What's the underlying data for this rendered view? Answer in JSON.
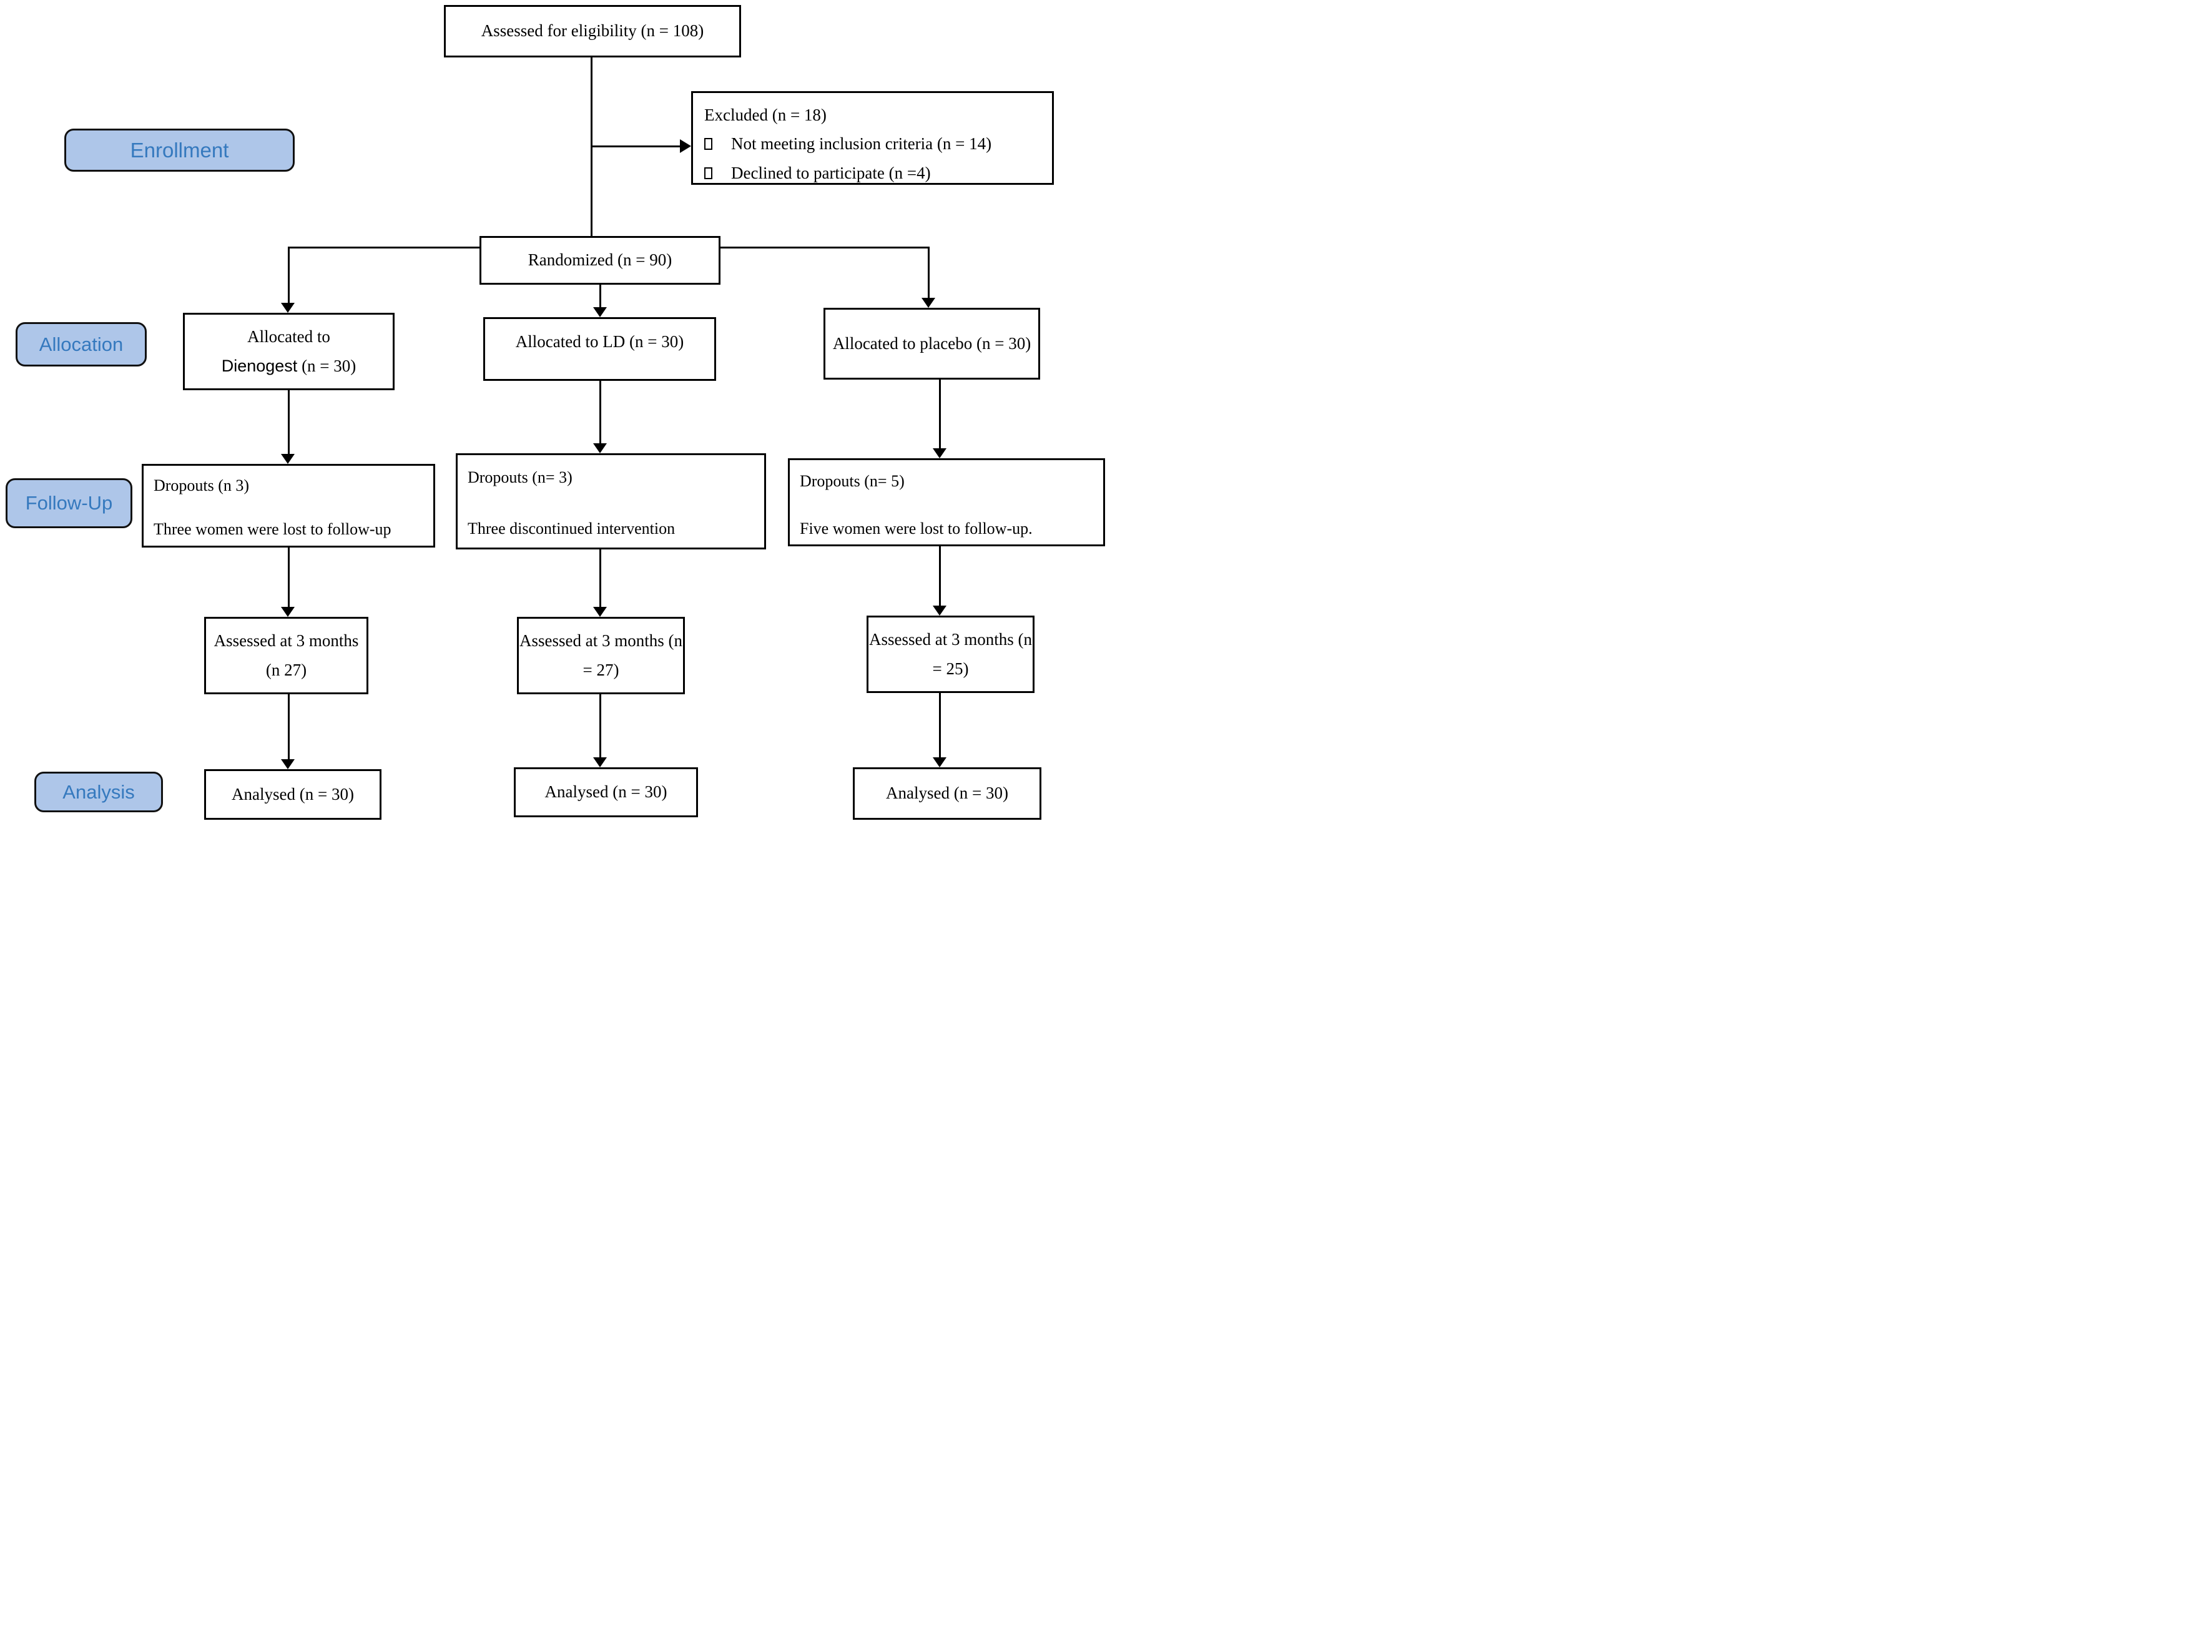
{
  "colors": {
    "stage_fill": "#aec6e9",
    "stage_text": "#3579be",
    "line_color": "#000000",
    "box_bg": "#ffffff"
  },
  "stage_labels": {
    "enrollment": "Enrollment",
    "allocation": "Allocation",
    "followup": "Follow-Up",
    "analysis": "Analysis"
  },
  "enrollment": {
    "assessed": "Assessed for eligibility (n = 108)",
    "excluded": {
      "title": "Excluded (n = 18)",
      "reasons": [
        "Not meeting inclusion criteria (n = 14)",
        "Declined to participate (n =4)"
      ]
    },
    "randomized": "Randomized (n = 90)"
  },
  "allocation": {
    "dienogest": {
      "line1": "Allocated to",
      "drug": "Dienogest",
      "suffix": " (n = 30)"
    },
    "ld": "Allocated to LD (n = 30)",
    "placebo": "Allocated to placebo (n = 30)"
  },
  "followup": {
    "dienogest": {
      "title": "Dropouts (n 3)",
      "detail": "Three women were lost to follow-up"
    },
    "ld": {
      "title": "Dropouts (n= 3)",
      "detail": "Three discontinued intervention"
    },
    "placebo": {
      "title": "Dropouts (n= 5)",
      "detail": "Five women were lost to follow-up."
    }
  },
  "assessment": {
    "dienogest": "Assessed at 3 months (n 27)",
    "ld": "Assessed at 3 months (n = 27)",
    "placebo": "Assessed at 3 months (n = 25)"
  },
  "analysis": {
    "dienogest": "Analysed (n = 30)",
    "ld": "Analysed (n = 30)",
    "placebo": "Analysed (n = 30)"
  }
}
